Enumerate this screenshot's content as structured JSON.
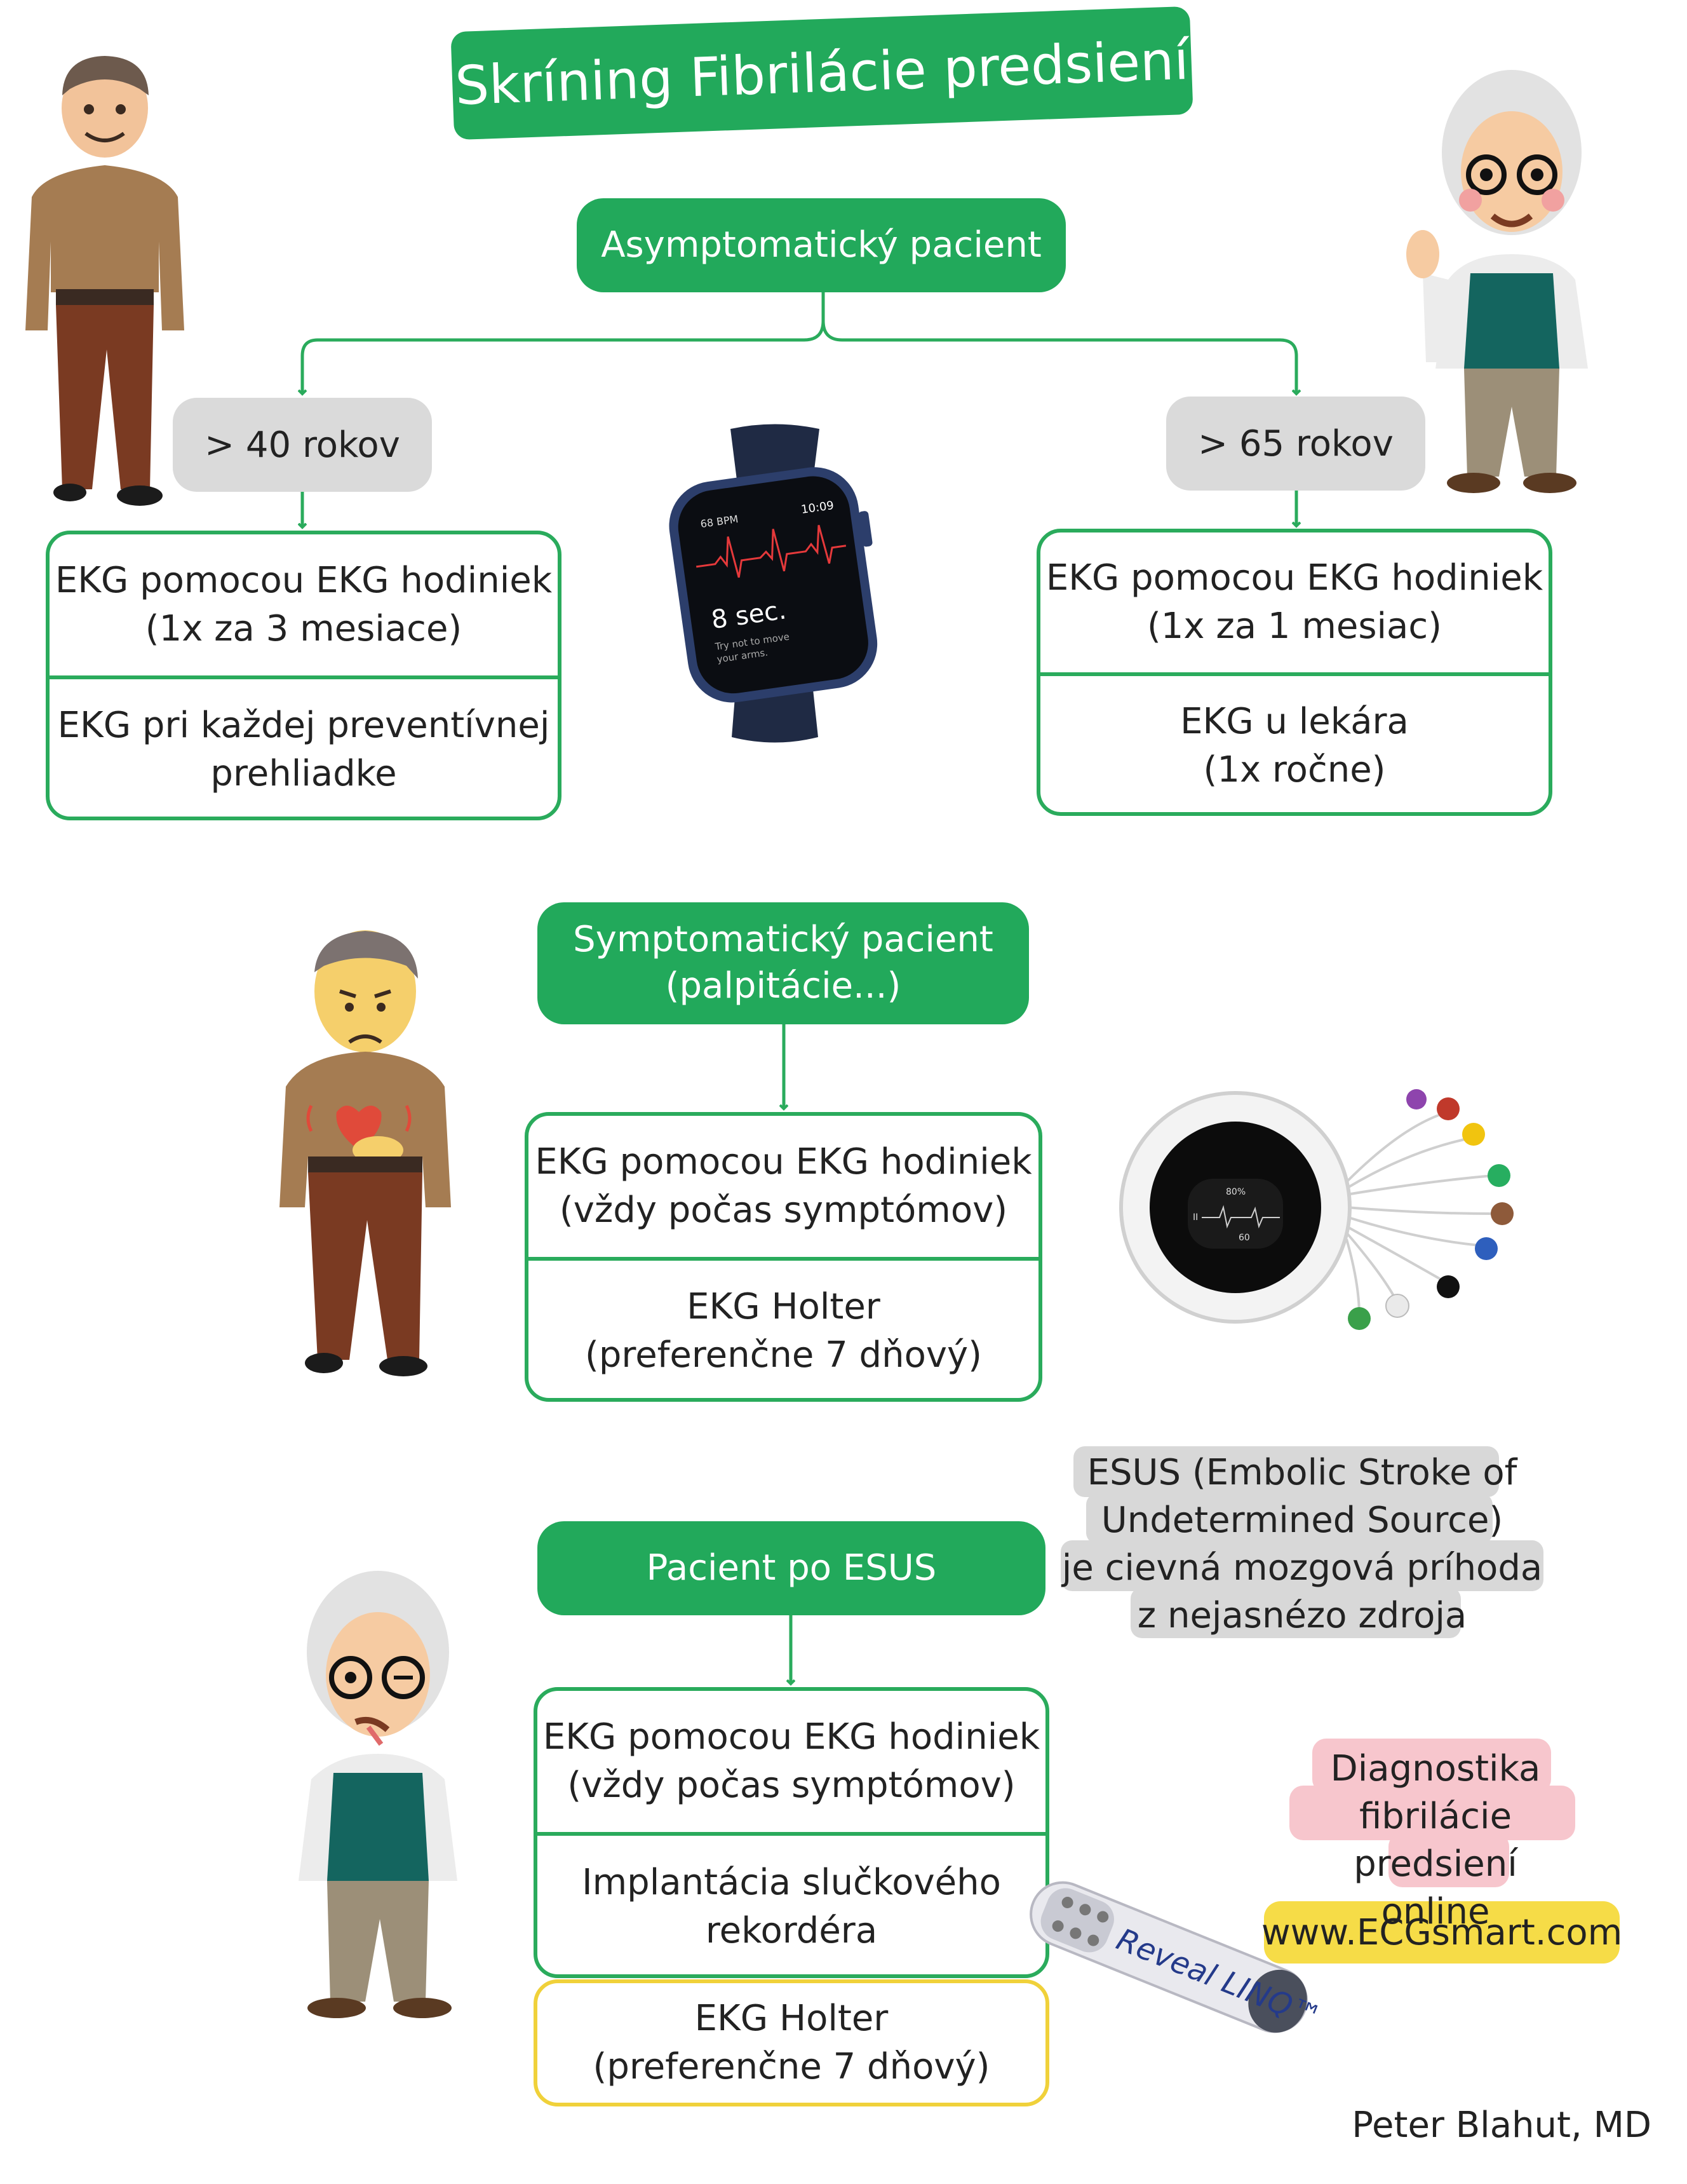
{
  "title": "Skríning Fibrilácie predsiení",
  "asymptomatic": {
    "header": "Asymptomatický pacient",
    "left_age": "> 40 rokov",
    "right_age": "> 65 rokov",
    "left_box": {
      "top": "EKG pomocou EKG hodiniek\n(1x za 3 mesiace)",
      "bottom": "EKG pri každej preventívnej\nprehliadke"
    },
    "right_box": {
      "top": "EKG pomocou EKG hodiniek\n(1x za 1 mesiac)",
      "bottom": "EKG u lekára\n(1x ročne)"
    },
    "watch": {
      "bpm": "68 BPM",
      "time": "10:09",
      "countdown": "8 sec.",
      "hint": "Try not to move\nyour arms."
    }
  },
  "symptomatic": {
    "header": "Symptomatický pacient\n(palpitácie...)",
    "box": {
      "top": "EKG pomocou EKG hodiniek\n(vždy počas symptómov)",
      "bottom": "EKG Holter\n(preferenčne 7 dňový)"
    },
    "holter": {
      "battery": "80%",
      "lead": "II",
      "hr": "60"
    }
  },
  "esus": {
    "header": "Pacient po ESUS",
    "note": "ESUS (Embolic Stroke of\nUndetermined Source)\nje cievná mozgová príhoda\nz nejasnézo zdroja",
    "box": {
      "top": "EKG pomocou EKG hodiniek\n(vždy počas symptómov)",
      "bottom": "Implantácia slučkového\nrekordéra"
    },
    "yellow_box": "EKG Holter\n(preferenčne 7 dňový)",
    "device_label": "Reveal LINQ™"
  },
  "promo": {
    "text": "Diagnostika\nfibrilácie predsiení\nonline",
    "url": "www.ECGsmart.com"
  },
  "author": "Peter Blahut, MD",
  "colors": {
    "green": "#22a95b",
    "grey_pill": "#dadada",
    "pink": "#f7c6cd",
    "yellow": "#f6dc47"
  }
}
